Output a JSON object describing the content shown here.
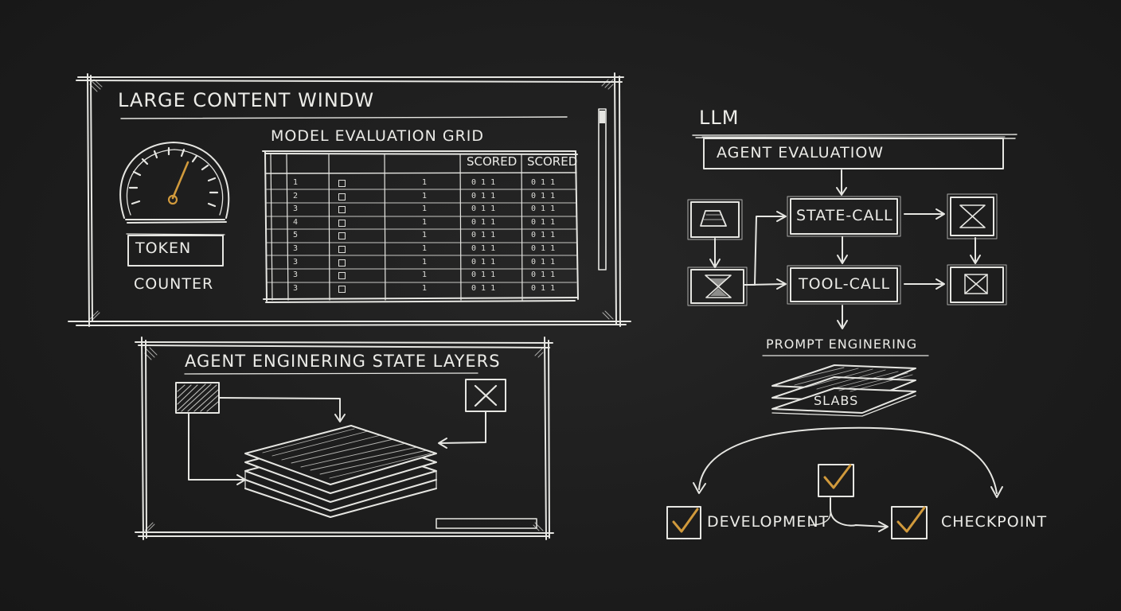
{
  "content_window": {
    "title": "LARGE CONTENT WINDW",
    "token_label_1": "TOKEN",
    "token_label_2": "COUNTER",
    "grid_title": "MODEL EVALUATION GRID",
    "grid_headers": [
      "",
      "",
      "",
      "",
      "SCORED",
      "SCORED"
    ],
    "grid_rows": [
      {
        "idx": "1",
        "mid": "1",
        "a": "0 1 1",
        "b": "0 1 1"
      },
      {
        "idx": "2",
        "mid": "1",
        "a": "0 1 1",
        "b": "0 1 1"
      },
      {
        "idx": "3",
        "mid": "1",
        "a": "0 1 1",
        "b": "0 1 1"
      },
      {
        "idx": "4",
        "mid": "1",
        "a": "0 1 1",
        "b": "0 1 1"
      },
      {
        "idx": "5",
        "mid": "1",
        "a": "0 1 1",
        "b": "0 1 1"
      },
      {
        "idx": "3",
        "mid": "1",
        "a": "0 1 1",
        "b": "0 1 1"
      },
      {
        "idx": "3",
        "mid": "1",
        "a": "0 1 1",
        "b": "0 1 1"
      },
      {
        "idx": "3",
        "mid": "1",
        "a": "0 1 1",
        "b": "0 1 1"
      },
      {
        "idx": "3",
        "mid": "1",
        "a": "0 1 1",
        "b": "0 1 1"
      }
    ]
  },
  "state_layers": {
    "title": "AGENT ENGINERING STATE LAYERS"
  },
  "flow": {
    "header": "LLM",
    "banner": "AGENT EVALUATIOW",
    "state_call": "STATE-CALL",
    "tool_call": "TOOL-CALL",
    "prompt_label": "PROMPT ENGINERING",
    "slabs_label": "SLABS",
    "development": "DEVELOPMENT",
    "checkpoint": "CHECKPOINT"
  },
  "colors": {
    "chalk": "#e8e8e4",
    "accent": "#d19a3c",
    "board": "#1d1d1d"
  }
}
